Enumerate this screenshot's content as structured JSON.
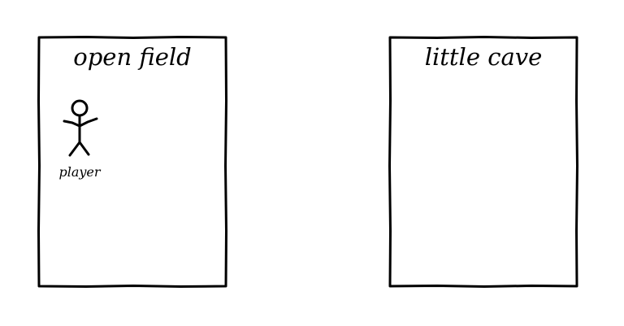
{
  "rooms": [
    {
      "title": "open field",
      "occupants": [
        {
          "label": "player",
          "icon": "stick-figure-icon"
        }
      ]
    },
    {
      "title": "little cave",
      "occupants": []
    }
  ],
  "colors": {
    "background": "#ffffff",
    "ink": "#000000"
  }
}
